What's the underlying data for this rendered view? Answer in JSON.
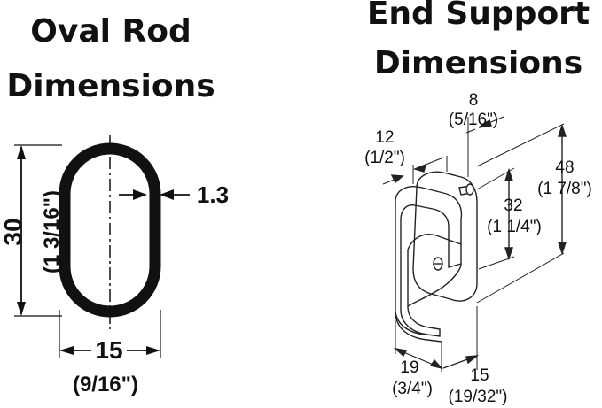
{
  "left_title": {
    "line1": "Oval Rod",
    "line2": "Dimensions"
  },
  "right_title": {
    "line1": "End Support",
    "line2": "Dimensions"
  },
  "oval_rod": {
    "height_mm": "30",
    "height_in": "(1 3/16\")",
    "width_mm": "15",
    "width_in": "(9/16\")",
    "wall_mm": "1.3"
  },
  "end_support": {
    "top_mm": "8",
    "top_in": "(5/16\")",
    "flange_mm": "12",
    "flange_in": "(1/2\")",
    "height_mm": "48",
    "height_in": "(1 7/8\")",
    "slot_mm": "32",
    "slot_in": "(1 1/4\")",
    "base_mm": "19",
    "base_in": "(3/4\")",
    "depth_mm": "15",
    "depth_in": "(19/32\")"
  }
}
